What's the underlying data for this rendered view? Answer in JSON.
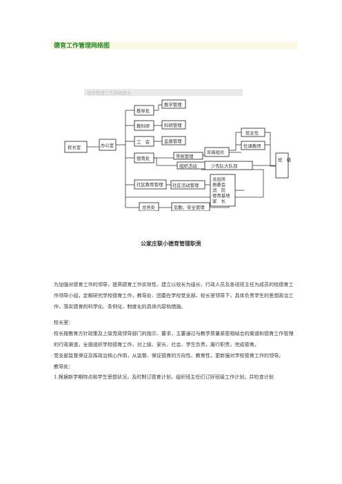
{
  "page_title": "德育工作管理网络图",
  "chart": {
    "header_blurred": "德育管理工作网络图示",
    "nodes": {
      "principal_office": "校长室",
      "admin_office": "办公室",
      "academic_office": "教导处",
      "research_group": "教科研",
      "union": "工　会",
      "moral_office": "德育处",
      "teaching_mgmt": "教学管理",
      "research_mgmt": "科研管理",
      "supervision_mgmt": "监督管理",
      "routine_mgmt": "常规管理",
      "grade_leader": "年级组长",
      "class_teacher": "班主任",
      "subject_teacher": "任课教师",
      "class_level": "班　级",
      "organize_activity": "组织活动",
      "young_pioneers": "少先队大队部",
      "community_mgmt": "社区教育管理",
      "community_activity": "社区活动管理",
      "police": "派出所",
      "neighborhood": "居委会",
      "fire": "消　防",
      "moral_base": "德育基地",
      "parents": "家　长",
      "general_affairs": "总务处",
      "logistics": "后勤、安全管理"
    }
  },
  "subtitle": "公家庄联小德育管理职责",
  "paragraphs": [
    "为加强对德育工作的领导，提高德育工作实效性，建立以校长为组长、行政人员及各班班主任为成员的校德育工作领导小组，定期研究学校德育工作，教导处、团委在学校党支部、校长室领导下，具体负责学生的思想政治工作，落实德育的科学化、条例化、制度化的具体内容和措施。",
    "校长室：",
    "校长按教育方针政策及上级党政领导部门的指示、要求，主要通过与教学质量紧密相结合的渠道和德育工作管理的行政渠道，全面组织学校德育工作，对上级、家长、社会、学生负责，履行职责，完成德育。",
    "党支部监督保证及挥政治核心作用，从监督、保证德育的方向性、教育性，更新强对学校德育工作的领导。",
    "教导处：",
    "1.根据新学期特点和学生思想状况，及时制订德育计划，组织班主任们订好班级工作计划，并检查计划"
  ]
}
